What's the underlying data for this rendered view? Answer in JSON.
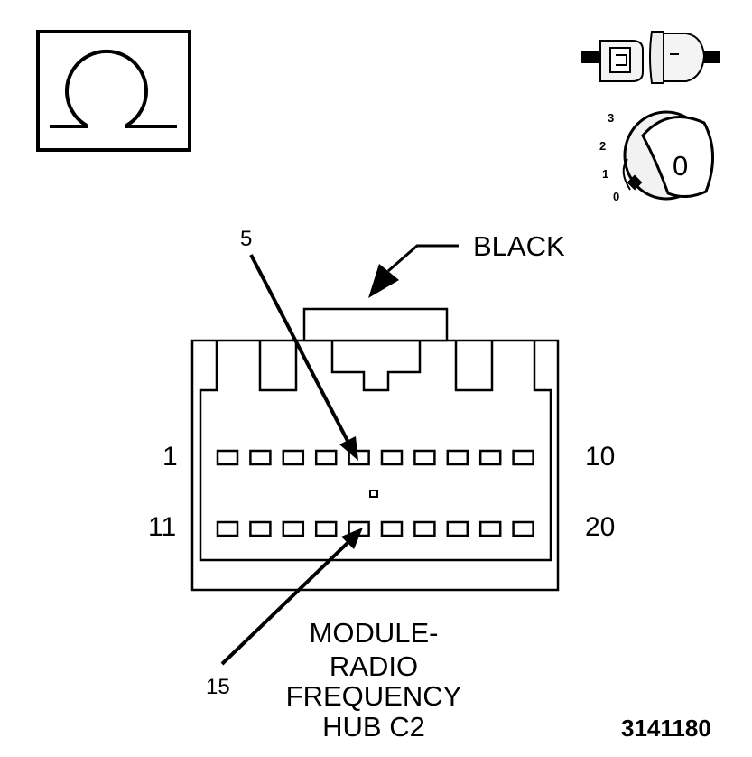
{
  "symbol": {
    "ohm_icon": "ohmmeter-symbol-icon",
    "connector_icon": "disconnected-connector-icon",
    "ignition_icon": "ignition-key-off-icon"
  },
  "ignition": {
    "positions": [
      "3",
      "2",
      "1",
      "0"
    ],
    "key_label": "0"
  },
  "connector": {
    "color_label": "BLACK",
    "pin_top_left": "1",
    "pin_top_right": "10",
    "pin_bottom_left": "11",
    "pin_bottom_right": "20",
    "pointer_top": "5",
    "pointer_bottom": "15",
    "top_row_count": 10,
    "bottom_row_count": 10
  },
  "caption": {
    "line1": "MODULE-",
    "line2": "RADIO",
    "line3": "FREQUENCY",
    "line4": "HUB C2"
  },
  "figure_id": "3141180"
}
